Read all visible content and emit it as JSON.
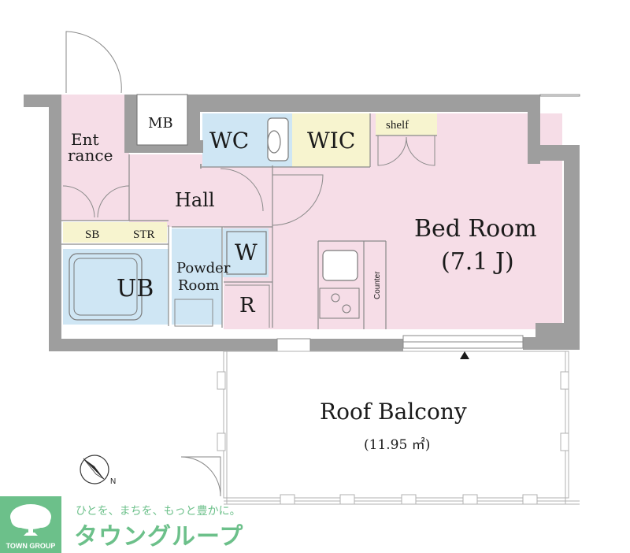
{
  "colors": {
    "wall": "#9e9e9e",
    "pink": "#f6dde7",
    "blue": "#cfe6f4",
    "yellow": "#f7f4cf",
    "white": "#ffffff",
    "line": "#6e6e6e",
    "brand_green": "#6cc08a",
    "brand_dark": "#2f8f5a"
  },
  "rooms": {
    "mb": "MB",
    "entrance_line1": "Ent",
    "entrance_line2": "rance",
    "wc": "WC",
    "wic": "WIC",
    "shelf": "shelf",
    "hall": "Hall",
    "sb": "SB",
    "str": "STR",
    "w": "W",
    "powder_line1": "Powder",
    "powder_line2": "Room",
    "ub": "UB",
    "r": "R",
    "counter": "Counter",
    "bedroom_line1": "Bed Room",
    "bedroom_line2": "(7.1 J)",
    "balcony_line1": "Roof Balcony",
    "balcony_line2": "(11.95 ㎡)"
  },
  "compass": {
    "north_label": "N",
    "icon": "compass-icon"
  },
  "brand": {
    "tagline": "ひとを、まちを、もっと豊かに。",
    "name": "タウングループ",
    "logo_text": "TOWN GROUP",
    "icon": "tree-logo-icon"
  }
}
